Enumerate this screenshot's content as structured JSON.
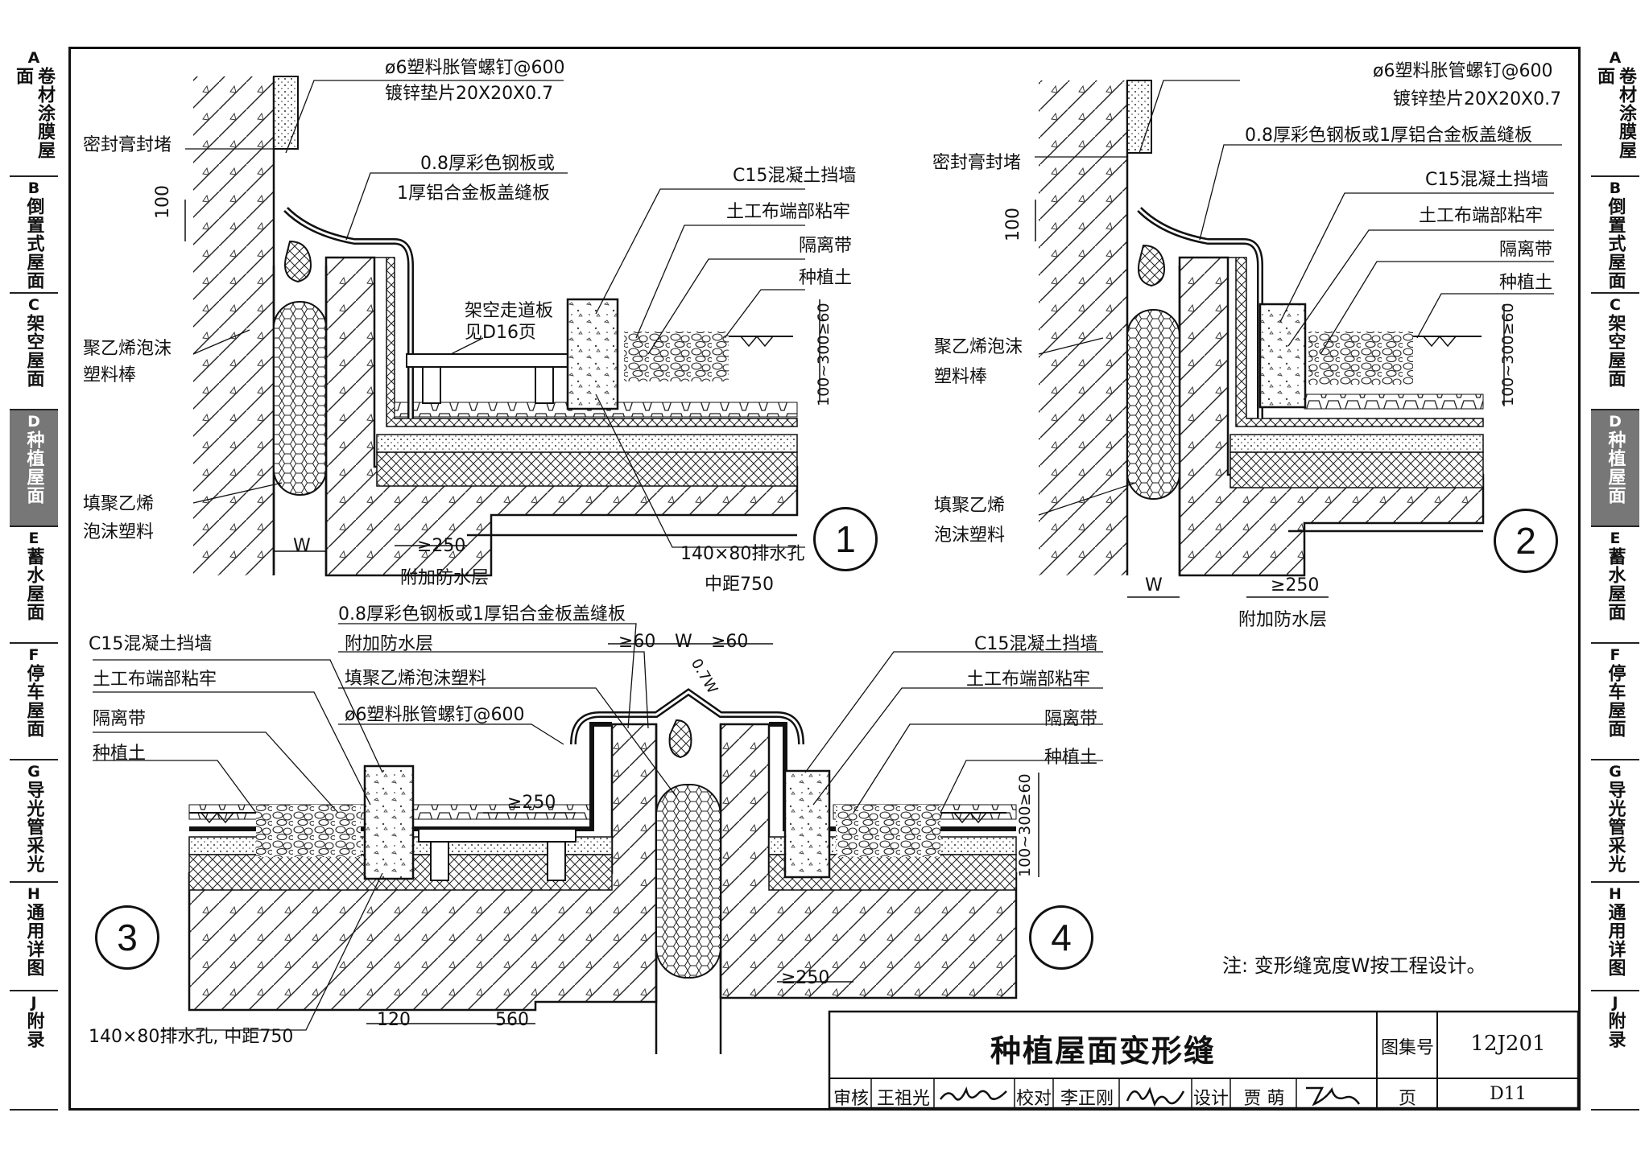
{
  "side_tabs": [
    {
      "letter": "A",
      "text": "卷材涂膜屋面"
    },
    {
      "letter": "B",
      "text": "倒置式屋面"
    },
    {
      "letter": "C",
      "text": "架空屋面"
    },
    {
      "letter": "D",
      "text": "种植屋面"
    },
    {
      "letter": "E",
      "text": "蓄水屋面"
    },
    {
      "letter": "F",
      "text": "停车屋面"
    },
    {
      "letter": "G",
      "text": "导光管采光"
    },
    {
      "letter": "H",
      "text": "通用详图"
    },
    {
      "letter": "J",
      "text": "附录"
    }
  ],
  "active_tab": "D",
  "detail1": {
    "number": "1",
    "screw": "ø6塑料胀管螺钉@600",
    "washer": "镀锌垫片20X20X0.7",
    "sealant": "密封膏封堵",
    "cover_line1": "0.8厚彩色钢板或",
    "cover_line2": "1厚铝合金板盖缝板",
    "dim_100": "100",
    "wall": "C15混凝土挡墙",
    "geotextile": "土工布端部粘牢",
    "isolation": "隔离带",
    "soil": "种植土",
    "walkway_line1": "架空走道板",
    "walkway_line2": "见D16页",
    "foam_rod_line1": "聚乙烯泡沫",
    "foam_rod_line2": "塑料棒",
    "fill_line1": "填聚乙烯",
    "fill_line2": "泡沫塑料",
    "dim_w": "W",
    "dim_250": "≥250",
    "extra_wp": "附加防水层",
    "drain": "140×80排水孔",
    "drain_spacing": "中距750",
    "dim_soil": "100~300≥60"
  },
  "detail2": {
    "number": "2",
    "screw": "ø6塑料胀管螺钉@600",
    "washer": "镀锌垫片20X20X0.7",
    "cover": "0.8厚彩色钢板或1厚铝合金板盖缝板",
    "sealant": "密封膏封堵",
    "wall": "C15混凝土挡墙",
    "geotextile": "土工布端部粘牢",
    "isolation": "隔离带",
    "soil": "种植土",
    "dim_100": "100",
    "foam_rod_line1": "聚乙烯泡沫",
    "foam_rod_line2": "塑料棒",
    "fill_line1": "填聚乙烯",
    "fill_line2": "泡沫塑料",
    "dim_w": "W",
    "dim_250": "≥250",
    "extra_wp": "附加防水层",
    "dim_soil": "100~300≥60"
  },
  "detail34": {
    "number3": "3",
    "number4": "4",
    "cover": "0.8厚彩色钢板或1厚铝合金板盖缝板",
    "extra_wp": "附加防水层",
    "fill": "填聚乙烯泡沫塑料",
    "screw": "ø6塑料胀管螺钉@600",
    "wall_l": "C15混凝土挡墙",
    "geotextile_l": "土工布端部粘牢",
    "isolation_l": "隔离带",
    "soil_l": "种植土",
    "wall_r": "C15混凝土挡墙",
    "geotextile_r": "土工布端部粘牢",
    "isolation_r": "隔离带",
    "soil_r": "种植土",
    "dim_60a": "≥60",
    "dim_w": "W",
    "dim_60b": "≥60",
    "dim_07w": "0.7W",
    "dim_250a": "≥250",
    "dim_250b": "≥250",
    "dim_120": "120",
    "dim_560": "560",
    "drain": "140×80排水孔, 中距750",
    "dim_soil": "100~300≥60"
  },
  "note": "注: 变形缝宽度W按工程设计。",
  "title_block": {
    "title": "种植屋面变形缝",
    "atlas_label": "图集号",
    "atlas_no": "12J201",
    "review_label": "审核",
    "reviewer": "王祖光",
    "check_label": "校对",
    "checker": "李正刚",
    "design_label": "设计",
    "designer": "贾 萌",
    "page_label": "页",
    "page_no": "D11"
  }
}
